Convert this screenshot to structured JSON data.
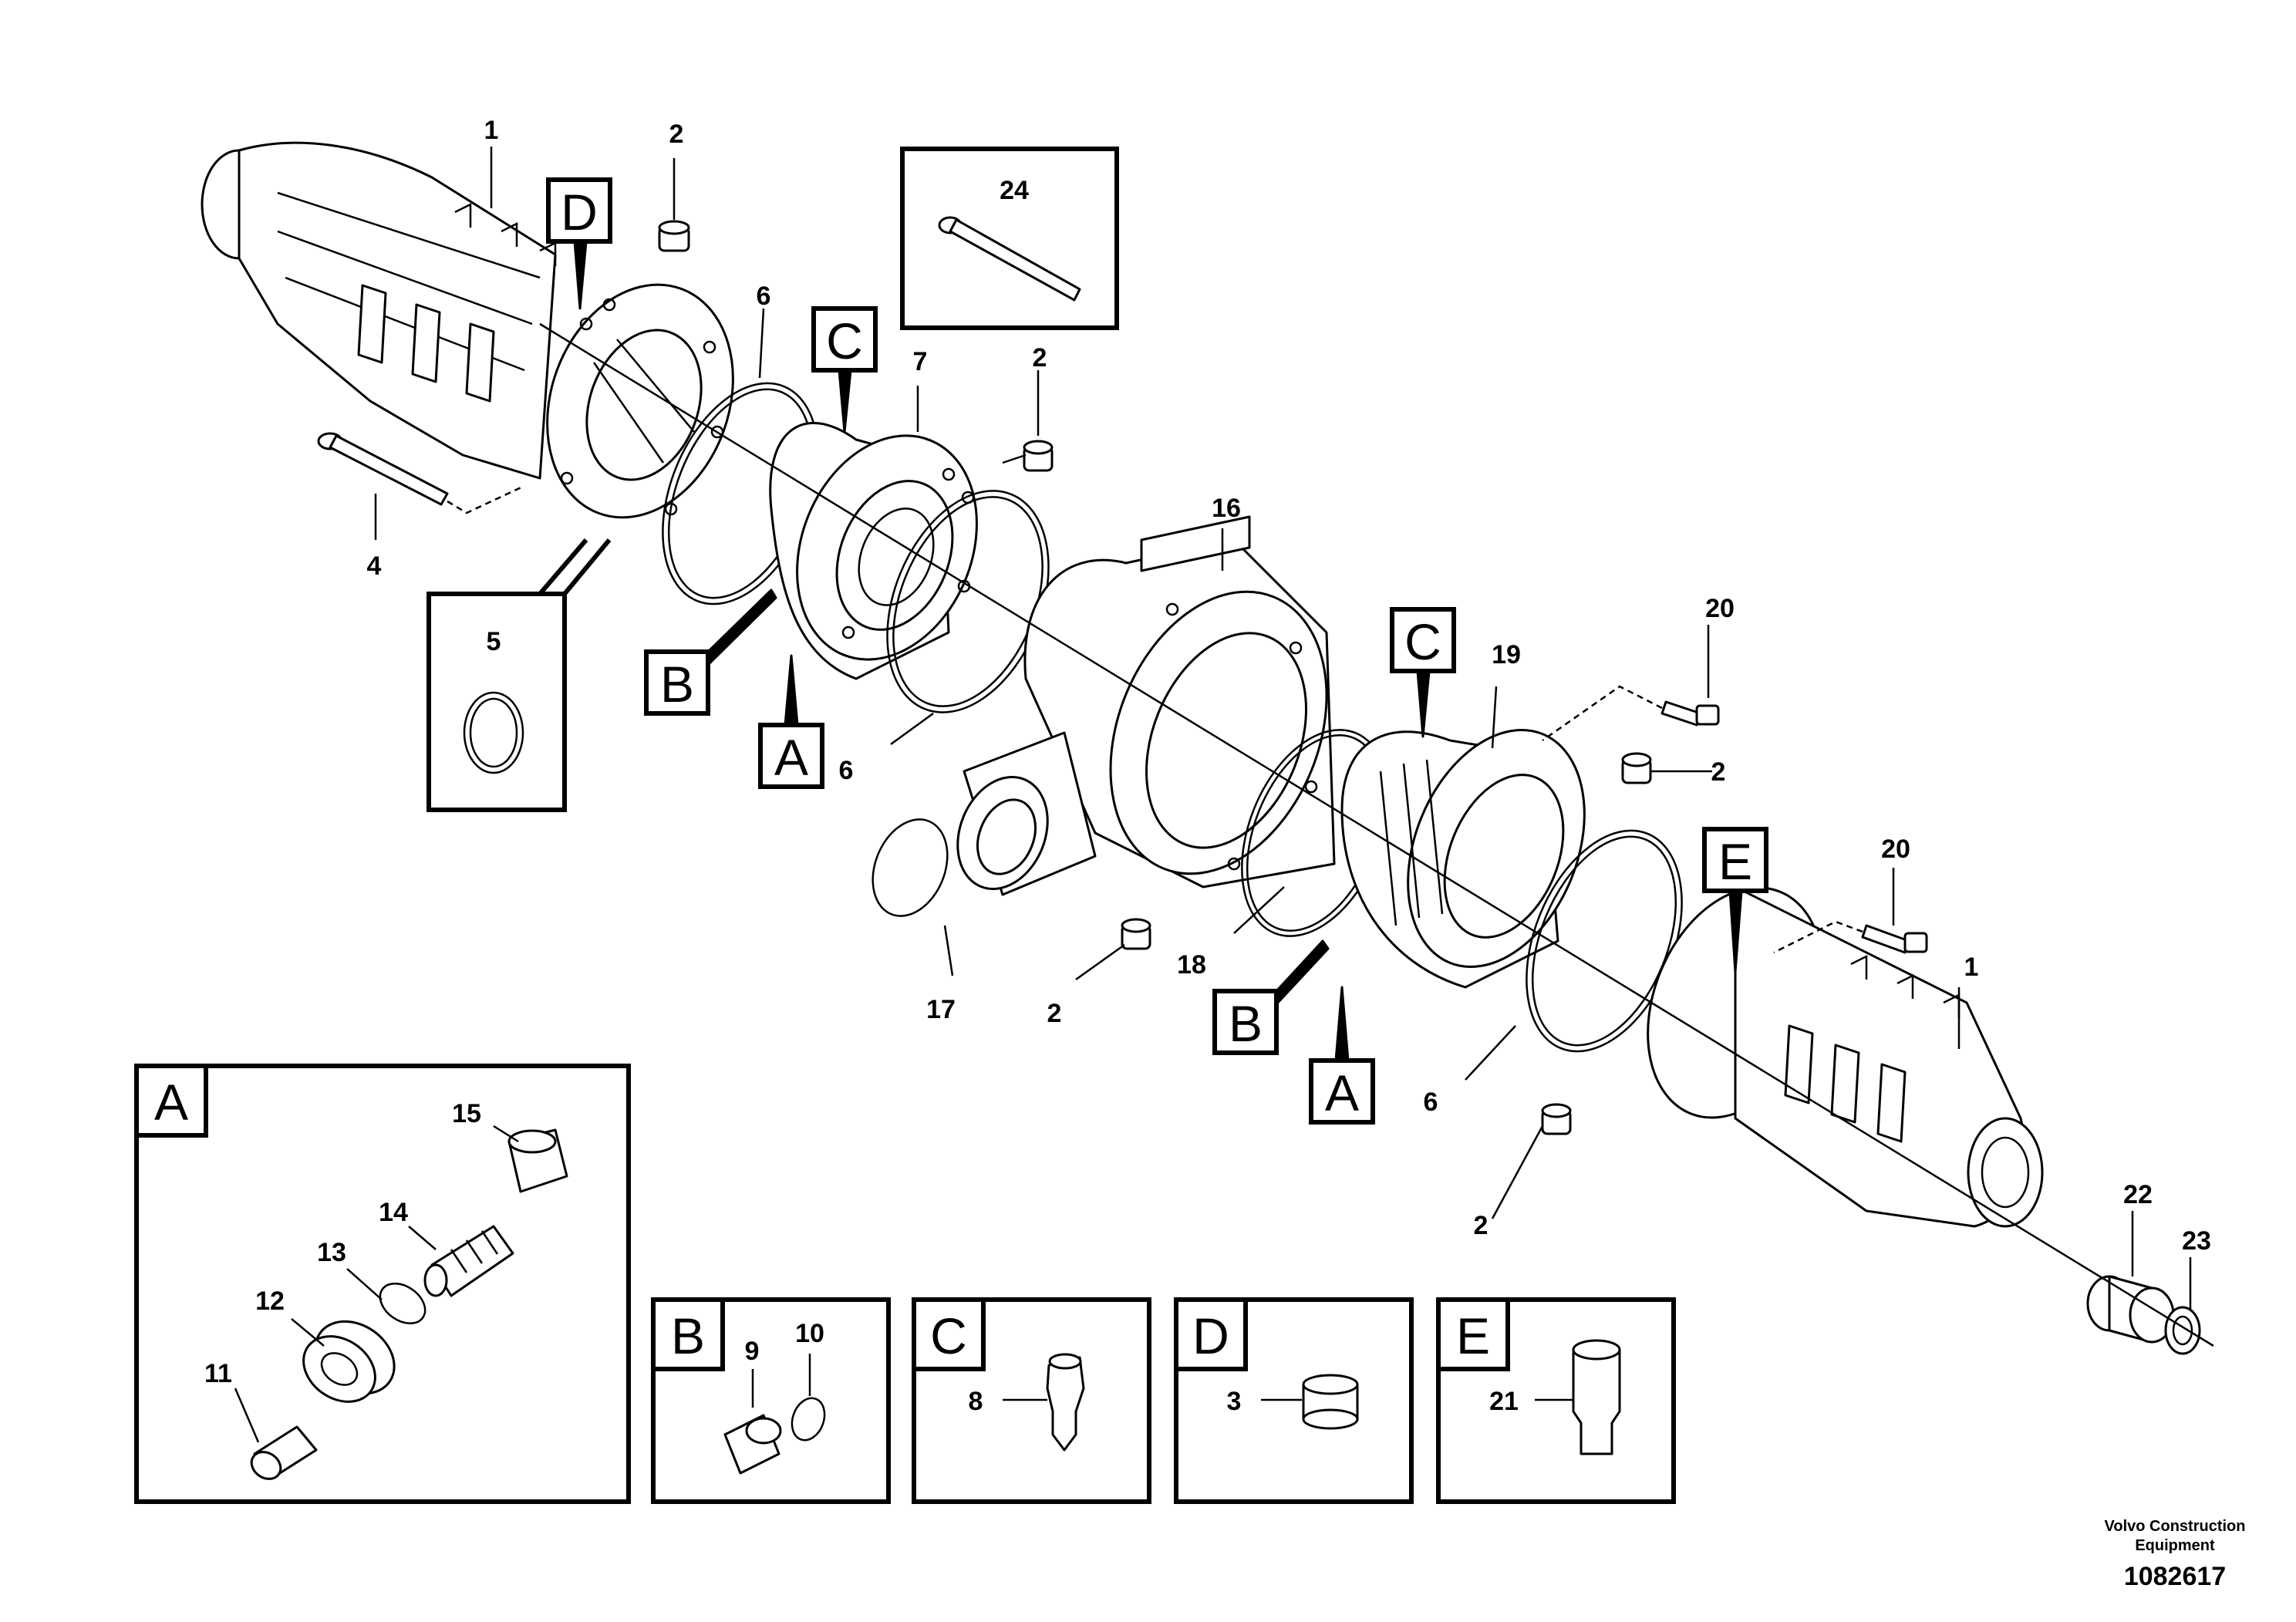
{
  "callout_tags": [
    "A",
    "B",
    "C",
    "D",
    "E"
  ],
  "part_numbers": {
    "p1": "1",
    "p2": "2",
    "p3": "3",
    "p4": "4",
    "p5": "5",
    "p6": "6",
    "p7": "7",
    "p8": "8",
    "p9": "9",
    "p10": "10",
    "p11": "11",
    "p12": "12",
    "p13": "13",
    "p14": "14",
    "p15": "15",
    "p16": "16",
    "p17": "17",
    "p18": "18",
    "p19": "19",
    "p20": "20",
    "p21": "21",
    "p22": "22",
    "p23": "23",
    "p24": "24"
  },
  "footer": {
    "company_line1": "Volvo Construction",
    "company_line2": "Equipment",
    "figure_id": "1082617"
  }
}
